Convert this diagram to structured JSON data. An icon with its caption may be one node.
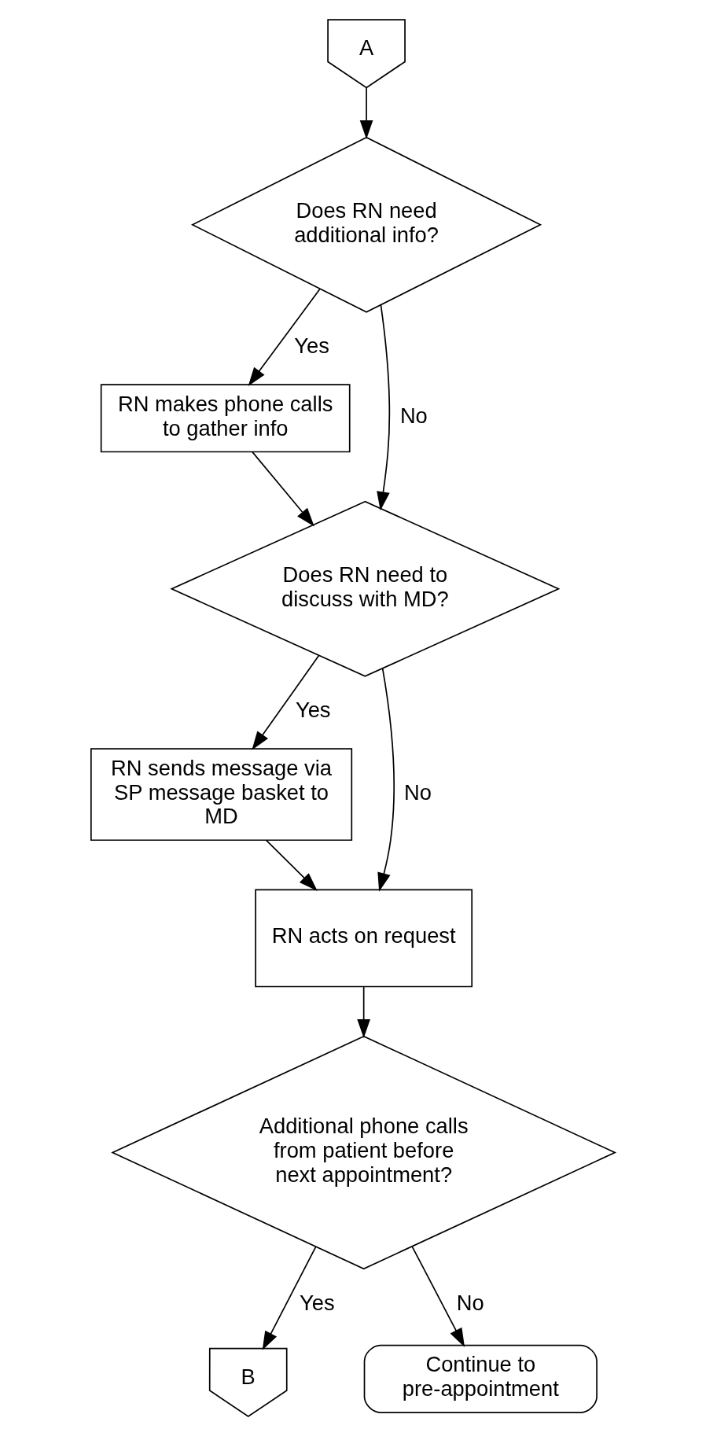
{
  "diagram": {
    "nodes": [
      {
        "text": [
          "A"
        ]
      },
      {
        "text": [
          "Does RN need additional info?"
        ]
      },
      {
        "text": [
          "RN makes phone calls to gather info"
        ]
      },
      {
        "text": [
          "Does RN need to discuss with MD?"
        ]
      },
      {
        "text": [
          "RN sends message via SP message basket to MD"
        ]
      },
      {
        "text": [
          "RN acts on request"
        ]
      },
      {
        "text": [
          "Additional phone calls from patient before next appointment?"
        ]
      },
      {
        "text": [
          "B"
        ]
      },
      {
        "text": [
          "Continue to pre-appointment"
        ]
      }
    ],
    "edges": [
      {
        "from": 0,
        "to": 1,
        "arrow": "to"
      },
      {
        "from": 1,
        "to": 2,
        "arrow": "to",
        "label": "Yes"
      },
      {
        "from": 1,
        "to": 3,
        "arrow": "to",
        "label": "No"
      },
      {
        "from": 2,
        "to": 3,
        "arrow": "to"
      },
      {
        "from": 3,
        "to": 4,
        "arrow": "to",
        "label": "Yes"
      },
      {
        "from": 3,
        "to": 5,
        "arrow": "to",
        "label": "No"
      },
      {
        "from": 4,
        "to": 5,
        "arrow": "to"
      },
      {
        "from": 5,
        "to": 6,
        "arrow": "to"
      },
      {
        "from": 6,
        "to": 7,
        "arrow": "to",
        "label": "Yes"
      },
      {
        "from": 6,
        "to": 8,
        "arrow": "to",
        "label": "No"
      }
    ]
  }
}
